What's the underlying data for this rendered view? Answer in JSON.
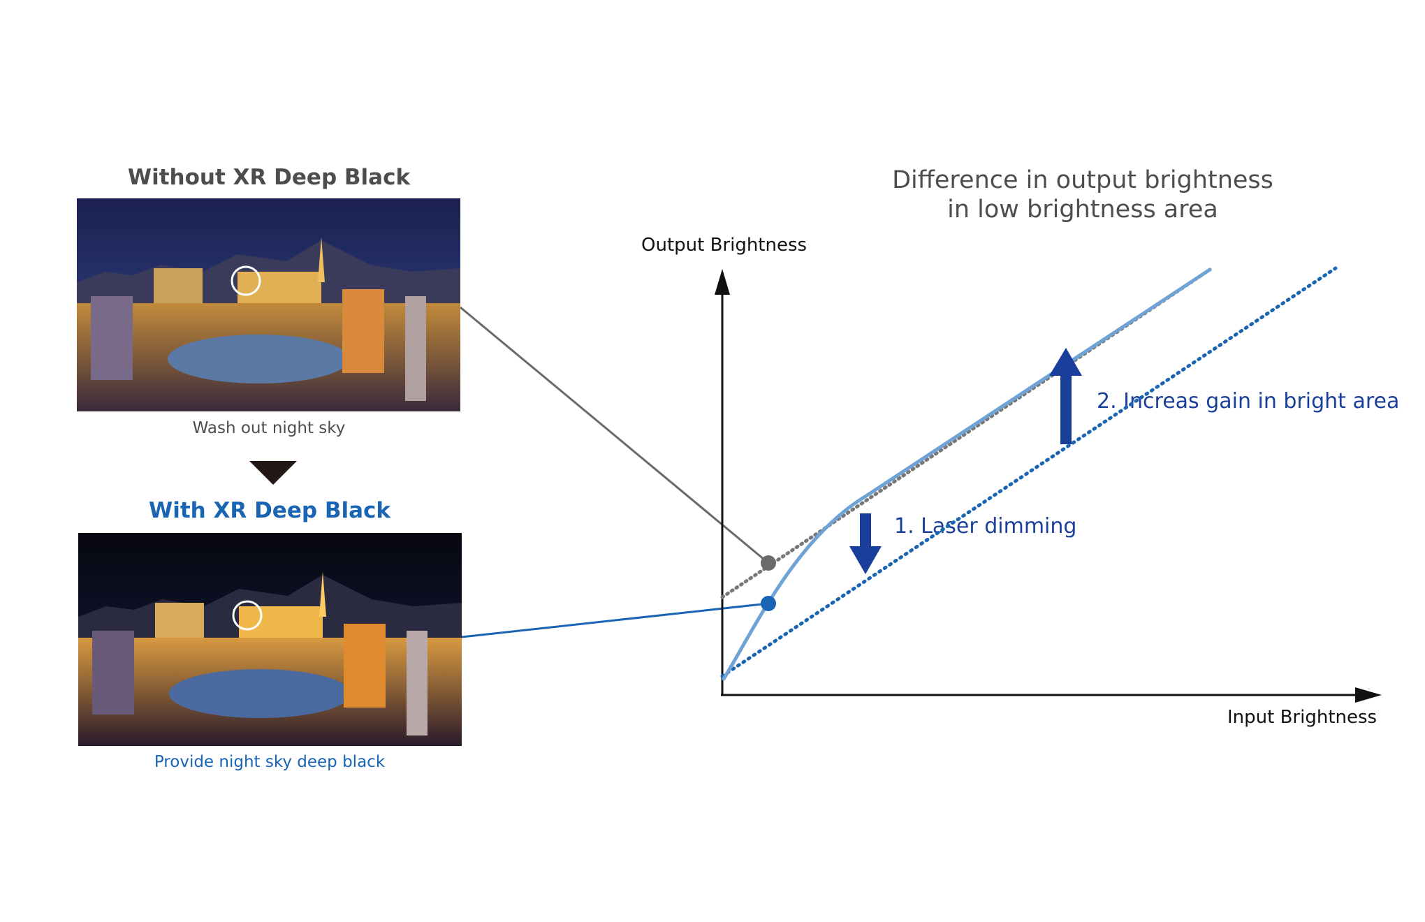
{
  "left_panel": {
    "top_title": "Without XR Deep Black",
    "top_caption": "Wash out night sky",
    "bottom_title": "With XR Deep Black",
    "bottom_caption": "Provide night sky deep black"
  },
  "graph": {
    "title_line1": "Difference in output brightness",
    "title_line2": "in low brightness area",
    "y_axis_label": "Output Brightness",
    "x_axis_label": "Input Brightness",
    "annotation_1": "1. Laser dimming",
    "annotation_2": "2. Increas gain in bright area"
  },
  "colors": {
    "title_gray": "#4d4d4d",
    "brand_blue": "#1a64b4",
    "annotation_blue": "#1a3f9a",
    "curve_blue": "#6fa3d6",
    "dotted_blue": "#1a64b4",
    "dotted_gray": "#777777",
    "axis": "#111111"
  }
}
